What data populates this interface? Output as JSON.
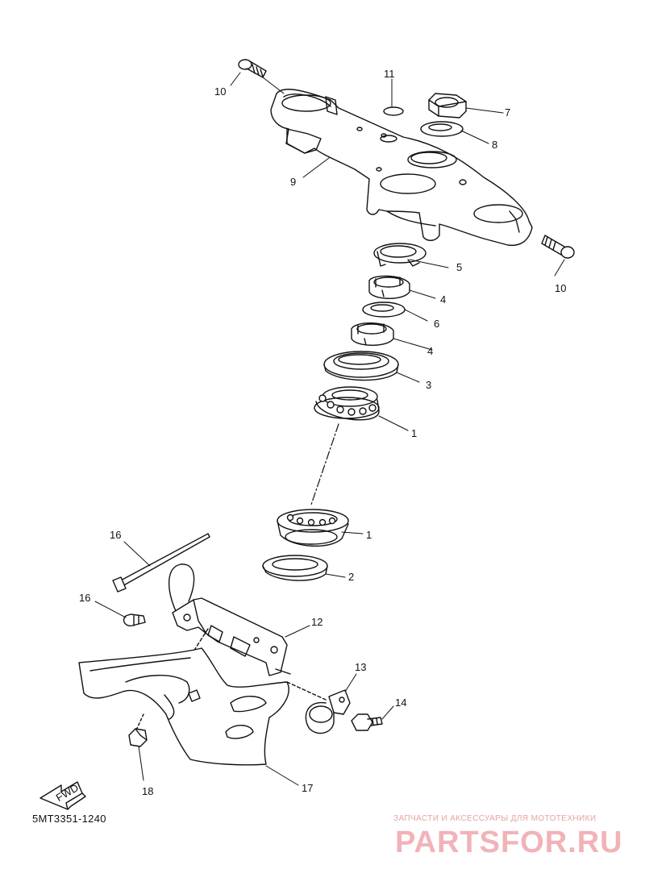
{
  "diagram": {
    "callouts": [
      {
        "id": "c10a",
        "text": "10"
      },
      {
        "id": "c11",
        "text": "11"
      },
      {
        "id": "c7",
        "text": "7"
      },
      {
        "id": "c8",
        "text": "8"
      },
      {
        "id": "c9",
        "text": "9"
      },
      {
        "id": "c10b",
        "text": "10"
      },
      {
        "id": "c5",
        "text": "5"
      },
      {
        "id": "c4a",
        "text": "4"
      },
      {
        "id": "c6",
        "text": "6"
      },
      {
        "id": "c4b",
        "text": "4"
      },
      {
        "id": "c3",
        "text": "3"
      },
      {
        "id": "c1a",
        "text": "1"
      },
      {
        "id": "c1b",
        "text": "1"
      },
      {
        "id": "c2",
        "text": "2"
      },
      {
        "id": "c16",
        "text": "16"
      },
      {
        "id": "c15",
        "text": "16"
      },
      {
        "id": "c12",
        "text": "12"
      },
      {
        "id": "c13",
        "text": "13"
      },
      {
        "id": "c14",
        "text": "14"
      },
      {
        "id": "c18",
        "text": "18"
      },
      {
        "id": "c17",
        "text": "17"
      }
    ],
    "fwd_label": "FWD",
    "diagram_code": "5MT3351-1240"
  },
  "watermark": {
    "tagline": "ЗАПЧАСТИ И АКСЕССУАРЫ ДЛЯ МОТОТЕХНИКИ",
    "brand": "PARTSFOR.RU",
    "color": "#f1b3b8"
  }
}
